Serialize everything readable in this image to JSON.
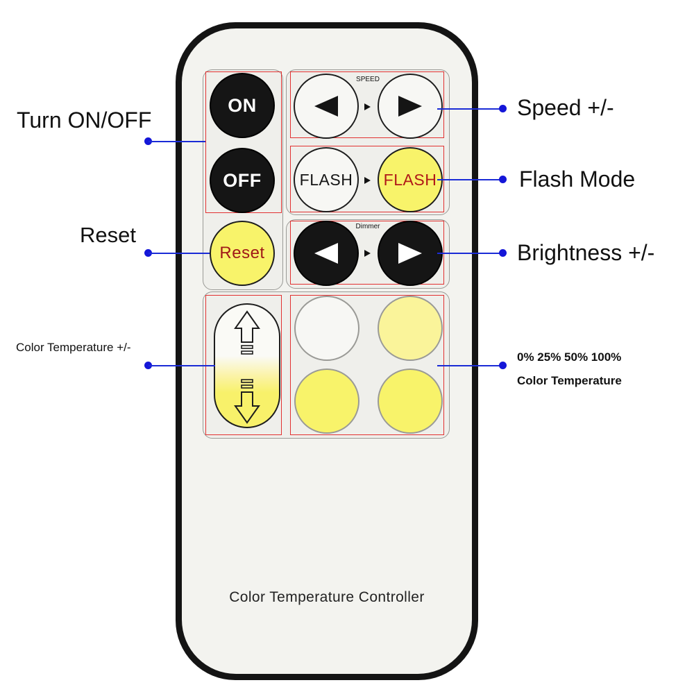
{
  "remote": {
    "footer_label": "Color Temperature Controller",
    "buttons": {
      "on": "ON",
      "off": "OFF",
      "reset": "Reset",
      "flash_left": "FLASH",
      "flash_right": "FLASH"
    },
    "row_labels": {
      "speed": "SPEED",
      "dimmer": "Dimmer"
    },
    "colors": {
      "body": "#141414",
      "face": "#f3f3ef",
      "yellow_button": "#f8f36a",
      "annotation_box": "#e23030",
      "callout": "#1a2bd6"
    }
  },
  "callouts": {
    "power": "Turn ON/OFF",
    "reset": "Reset",
    "color_temp_adjust": "Color Temperature +/-",
    "speed": "Speed +/-",
    "flash": "Flash Mode",
    "brightness": "Brightness +/-",
    "presets_line1": "0% 25% 50% 100%",
    "presets_line2": "Color Temperature"
  },
  "icons": {
    "left": "triangle-left-icon",
    "right": "triangle-right-icon",
    "up": "arrow-up-icon",
    "down": "arrow-down-icon"
  }
}
